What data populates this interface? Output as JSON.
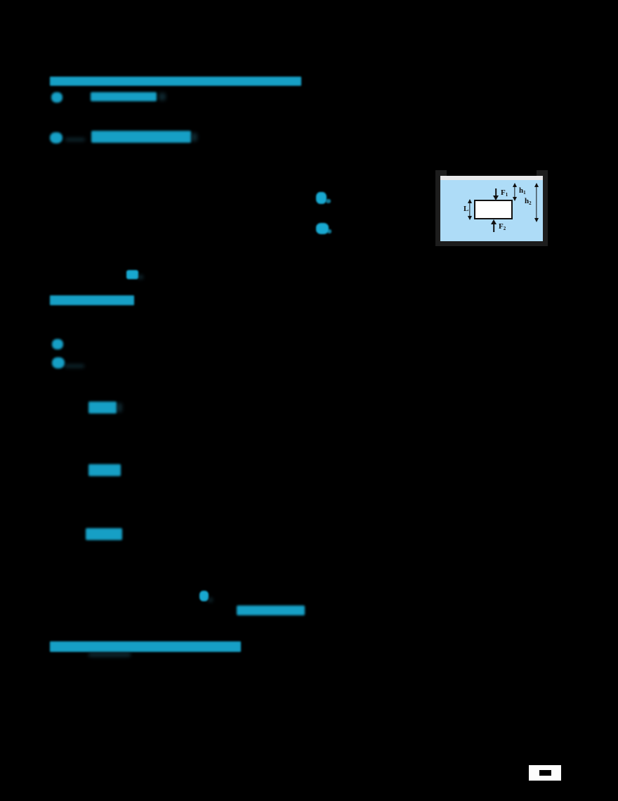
{
  "document": {
    "background_color": "#000000",
    "accent_color": "#18a8d0",
    "page_number_badge": "",
    "section_heading_top": "",
    "section_heading_mid": "",
    "section_heading_bottom": "",
    "equation_line": "",
    "note_line": "",
    "body_blocks": [
      "",
      "",
      "",
      "",
      "",
      "",
      "",
      "",
      "",
      ""
    ]
  },
  "figure": {
    "name": "buoyancy-submerged-block-diagram",
    "fluid_color": "#aedcf7",
    "surface_color": "#e8e8ea",
    "wall_color": "#1d1d1d",
    "block_color": "#ffffff",
    "labels": {
      "force_top": "F",
      "force_top_sub": "1",
      "force_bottom": "F",
      "force_bottom_sub": "2",
      "depth_top": "h",
      "depth_top_sub": "1",
      "depth_bottom": "h",
      "depth_bottom_sub": "2",
      "block_height": "L"
    }
  }
}
